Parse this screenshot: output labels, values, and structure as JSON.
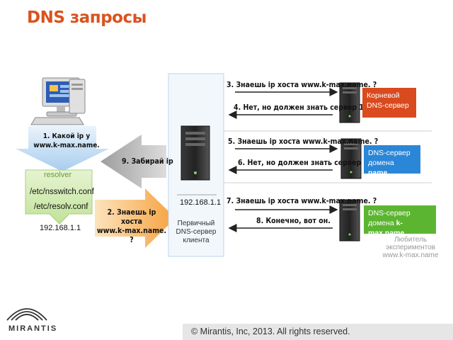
{
  "title": "DNS запросы",
  "client": {
    "question": "1. Какой ip у\nwww.k-max.name.",
    "resolver_label": "resolver",
    "config_files": [
      "/etc/nsswitch.conf",
      "/etc/resolv.conf"
    ],
    "ip": "192.168.1.1"
  },
  "primary_dns": {
    "ip": "192.168.1.1",
    "caption": [
      "Первичный",
      "DNS-сервер",
      "клиента"
    ]
  },
  "big_arrows": {
    "take_ip": "9. Забирай ip",
    "ask_host": "2. Знаешь ip хоста\nwww.k-max.name. ?"
  },
  "messages": [
    "3. Знаешь ip хоста www.k-max.name. ?",
    "4. Нет, но должен знать сервер 1",
    "5. Знаешь ip хоста www.k-max.name. ?",
    "6. Нет, но должен знать сервер 2",
    "7. Знаешь ip хоста www.k-max.name. ?",
    "8. Конечно, вот он."
  ],
  "servers": [
    {
      "line1": "Корневой",
      "line2": "DNS-сервер",
      "color": "#d94a1e"
    },
    {
      "line1": "DNS-сервер",
      "line2": "домена ",
      "bold": "name.",
      "color": "#2a86d6"
    },
    {
      "line1": "DNS-сервер",
      "line2": "домена ",
      "bold": "k-max.name.",
      "color": "#5cb531"
    }
  ],
  "server3_note": [
    "Любитель",
    "экспериментов",
    "www.k-max.name"
  ],
  "footer": "© Mirantis, Inc, 2013. All rights reserved.",
  "logo": "MIRANTIS",
  "colors": {
    "title": "#d9531e",
    "arrow_grey": "#bdbdbd",
    "arrow_orange": "#f7a848",
    "resolver_green": "#cfe8a8"
  }
}
